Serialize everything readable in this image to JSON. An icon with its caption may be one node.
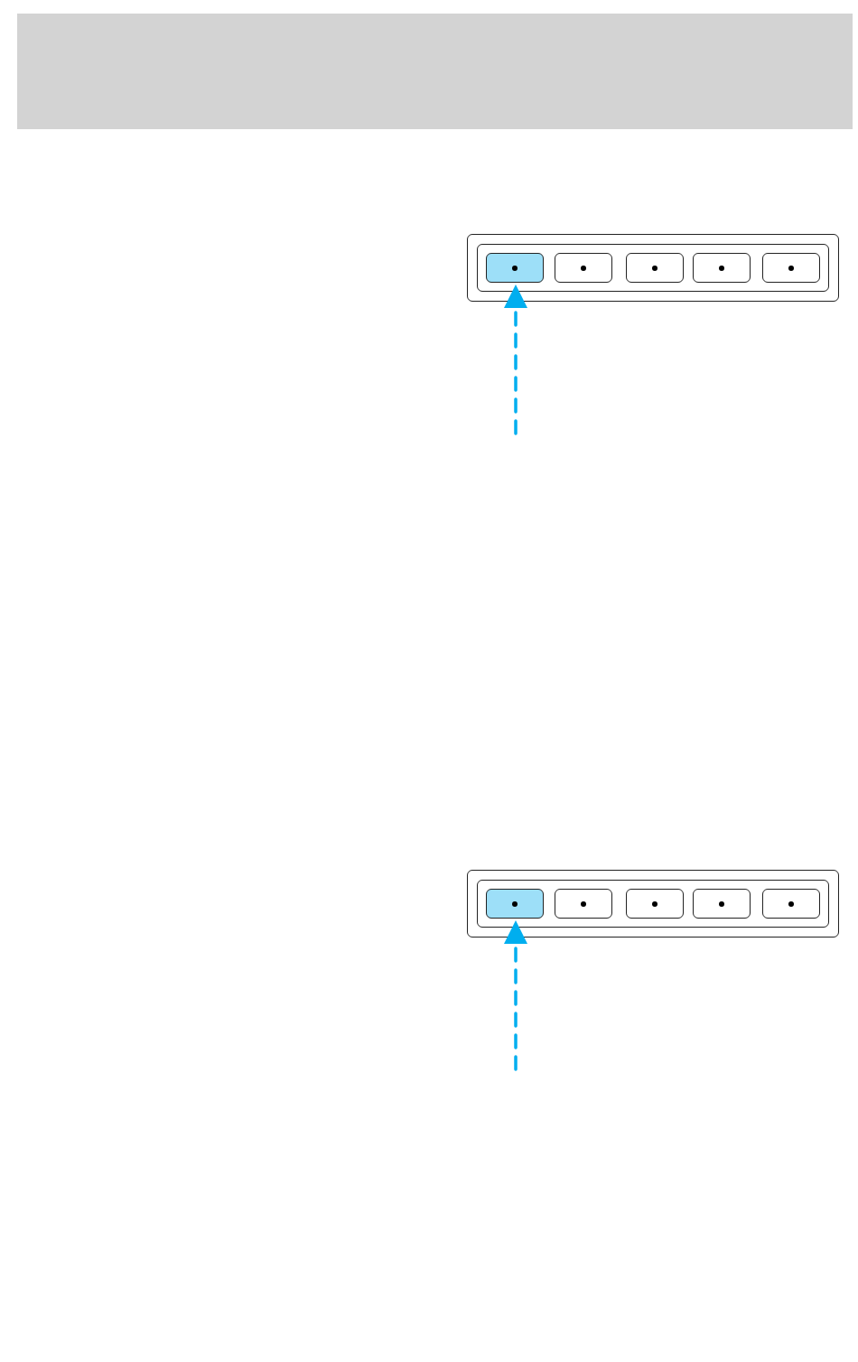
{
  "diagram": {
    "nodes": [
      {
        "text": [],
        "shape": "box"
      },
      {
        "text": [],
        "shape": "box",
        "in": 0
      },
      {
        "text": [],
        "shape": "box",
        "in": 1
      },
      {
        "text": [],
        "shape": "box",
        "in": 1
      },
      {
        "text": [],
        "shape": "box",
        "in": 1
      },
      {
        "text": [],
        "shape": "box",
        "in": 1
      },
      {
        "text": [],
        "shape": "box",
        "in": 1
      },
      {
        "text": [],
        "shape": "box"
      },
      {
        "text": [],
        "shape": "box",
        "in": 7
      },
      {
        "text": [],
        "shape": "box",
        "in": 8
      },
      {
        "text": [],
        "shape": "box",
        "in": 8
      },
      {
        "text": [],
        "shape": "box",
        "in": 8
      },
      {
        "text": [],
        "shape": "box",
        "in": 8
      },
      {
        "text": [],
        "shape": "box",
        "in": 8
      }
    ],
    "edges": [
      {
        "from": null,
        "to": 2,
        "arrow": "to",
        "style": "dashed"
      },
      {
        "from": null,
        "to": 9,
        "arrow": "to",
        "style": "dashed"
      }
    ]
  }
}
